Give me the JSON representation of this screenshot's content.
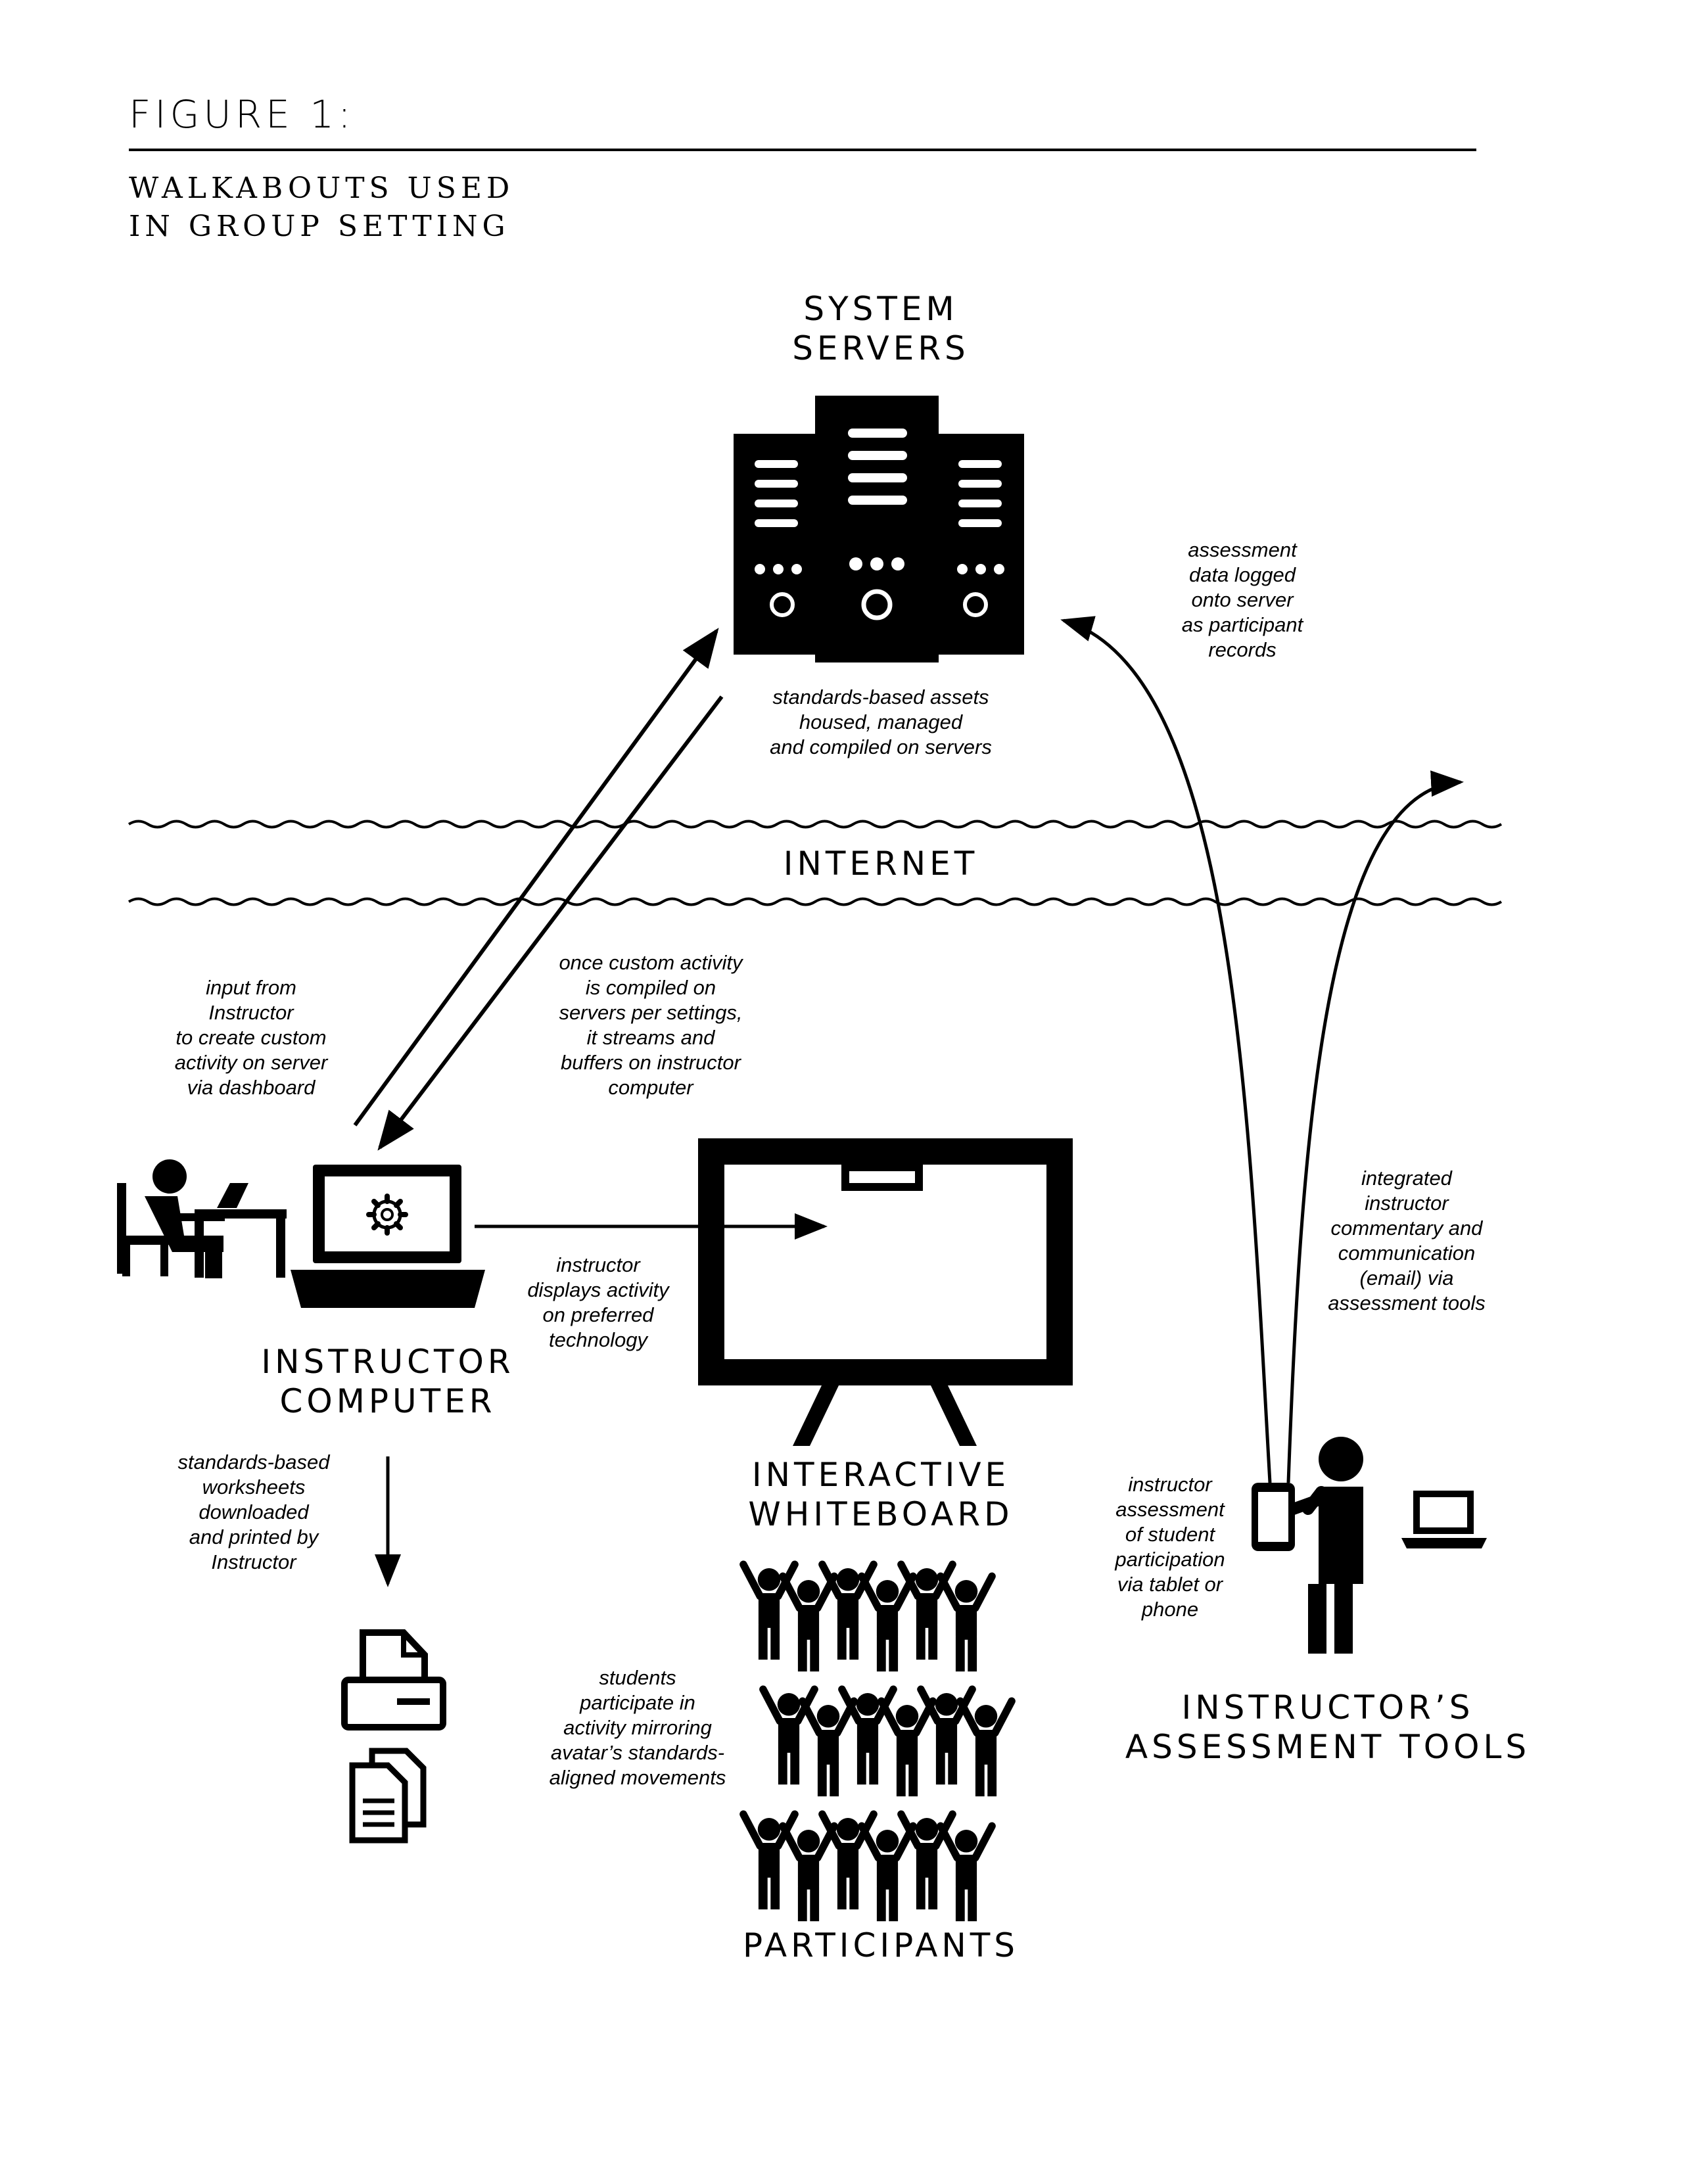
{
  "header": {
    "figure_label": "FIGURE 1:",
    "subtitle_line1": "WALKABOUTS USED",
    "subtitle_line2": "IN GROUP SETTING"
  },
  "nodes": {
    "servers": {
      "line1": "SYSTEM",
      "line2": "SERVERS"
    },
    "internet": "INTERNET",
    "instructor_computer": {
      "line1": "INSTRUCTOR",
      "line2": "COMPUTER"
    },
    "whiteboard": {
      "line1": "INTERACTIVE",
      "line2": "WHITEBOARD"
    },
    "participants": "PARTICIPANTS",
    "assessment_tools": {
      "line1": "INSTRUCTOR’S",
      "line2": "ASSESSMENT TOOLS"
    }
  },
  "notes": {
    "assets": [
      "standards-based assets",
      "housed, managed",
      "and compiled on servers"
    ],
    "assessment_logged": [
      "assessment",
      "data logged",
      "onto server",
      "as participant",
      "records"
    ],
    "input": [
      "input from",
      "Instructor",
      "to create custom",
      "activity on server",
      "via dashboard"
    ],
    "streams": [
      "once custom activity",
      "is compiled on",
      "servers per settings,",
      "it streams and",
      "buffers on instructor",
      "computer"
    ],
    "displays": [
      "instructor",
      "displays activity",
      "on preferred",
      "technology"
    ],
    "commentary": [
      "integrated",
      "instructor",
      "commentary and",
      "communication",
      "(email) via",
      "assessment tools"
    ],
    "worksheets": [
      "standards-based",
      "worksheets",
      "downloaded",
      "and printed by",
      "Instructor"
    ],
    "students": [
      "students",
      "participate in",
      "activity mirroring",
      "avatar’s standards-",
      "aligned movements"
    ],
    "assessment_student": [
      "instructor",
      "assessment",
      "of student",
      "participation",
      "via tablet or",
      "phone"
    ]
  },
  "icons": [
    "server-rack-icon",
    "desk-user-icon",
    "laptop-gear-icon",
    "whiteboard-icon",
    "printer-icon",
    "documents-icon",
    "crowd-icon",
    "presenter-icon",
    "tablet-icon",
    "small-laptop-icon"
  ],
  "colors": {
    "ink": "#000000",
    "paper": "#ffffff"
  }
}
